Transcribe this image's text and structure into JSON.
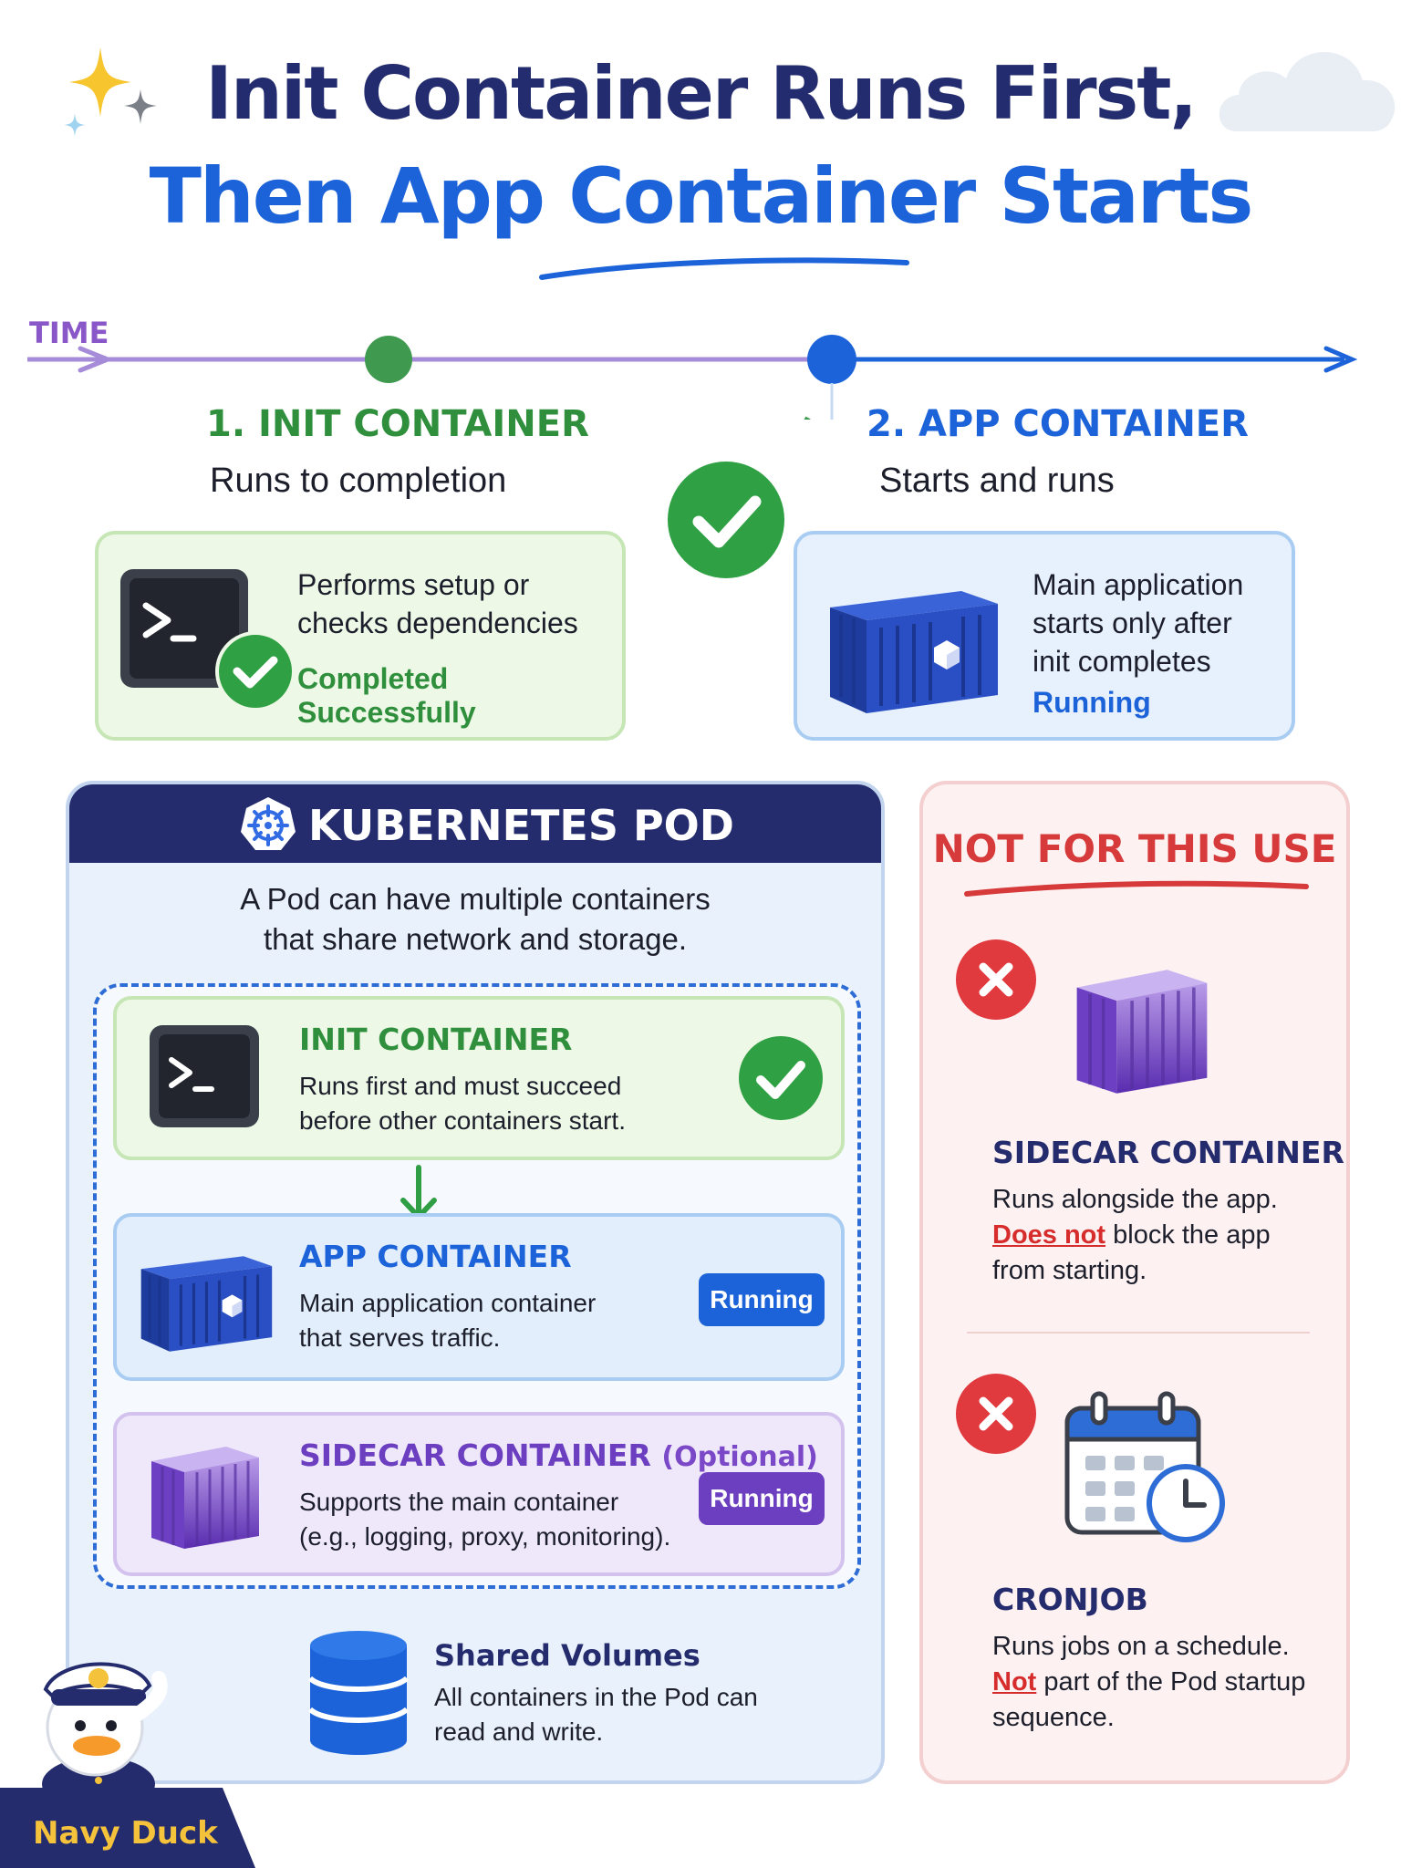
{
  "title": {
    "line1": "Init Container Runs First,",
    "line2": "Then App Container Starts"
  },
  "timeline": {
    "label": "TIME",
    "step1": {
      "heading": "1. INIT CONTAINER",
      "subtitle": "Runs to completion"
    },
    "step2": {
      "heading": "2. APP CONTAINER",
      "subtitle": "Starts and runs"
    }
  },
  "init_card": {
    "line1": "Performs setup or",
    "line2": "checks dependencies",
    "status": "Completed Successfully"
  },
  "app_card": {
    "line1": "Main application",
    "line2": "starts only after",
    "line3": "init completes",
    "status": "Running"
  },
  "pod": {
    "title": "KUBERNETES POD",
    "desc_line1": "A Pod can have multiple containers",
    "desc_line2": "that share network and storage.",
    "init": {
      "title": "INIT CONTAINER",
      "line1": "Runs first and must succeed",
      "line2": "before other containers start."
    },
    "app": {
      "title": "APP CONTAINER",
      "line1": "Main application container",
      "line2": "that serves traffic.",
      "badge": "Running"
    },
    "sidecar": {
      "title": "SIDECAR CONTAINER",
      "optional": "(Optional)",
      "line1": "Supports the main container",
      "line2": "(e.g., logging, proxy, monitoring).",
      "badge": "Running"
    },
    "volumes": {
      "title": "Shared Volumes",
      "line1": "All containers in the Pod can",
      "line2": "read and write."
    }
  },
  "not_for_use": {
    "title": "NOT FOR THIS USE",
    "sidecar": {
      "title": "SIDECAR CONTAINER",
      "line1": "Runs alongside the app.",
      "emph": "Does not",
      "line2_rest": " block the app",
      "line3": "from starting."
    },
    "cronjob": {
      "title": "CRONJOB",
      "line1": "Runs jobs on a schedule.",
      "emph": "Not",
      "line2_rest": " part of the Pod startup",
      "line3": "sequence."
    }
  },
  "mascot": {
    "label": "Navy Duck"
  },
  "colors": {
    "navy": "#252c6d",
    "blue": "#1c63d9",
    "green": "#2f9e44",
    "purple": "#7b48c8",
    "red": "#d63a3a",
    "gold": "#f5c33b"
  },
  "icons": [
    "sparkle-icon",
    "cloud-icon",
    "terminal-icon",
    "check-icon",
    "container-icon",
    "kubernetes-icon",
    "database-icon",
    "close-icon",
    "calendar-clock-icon",
    "duck-mascot-icon",
    "arrow-down-icon"
  ]
}
